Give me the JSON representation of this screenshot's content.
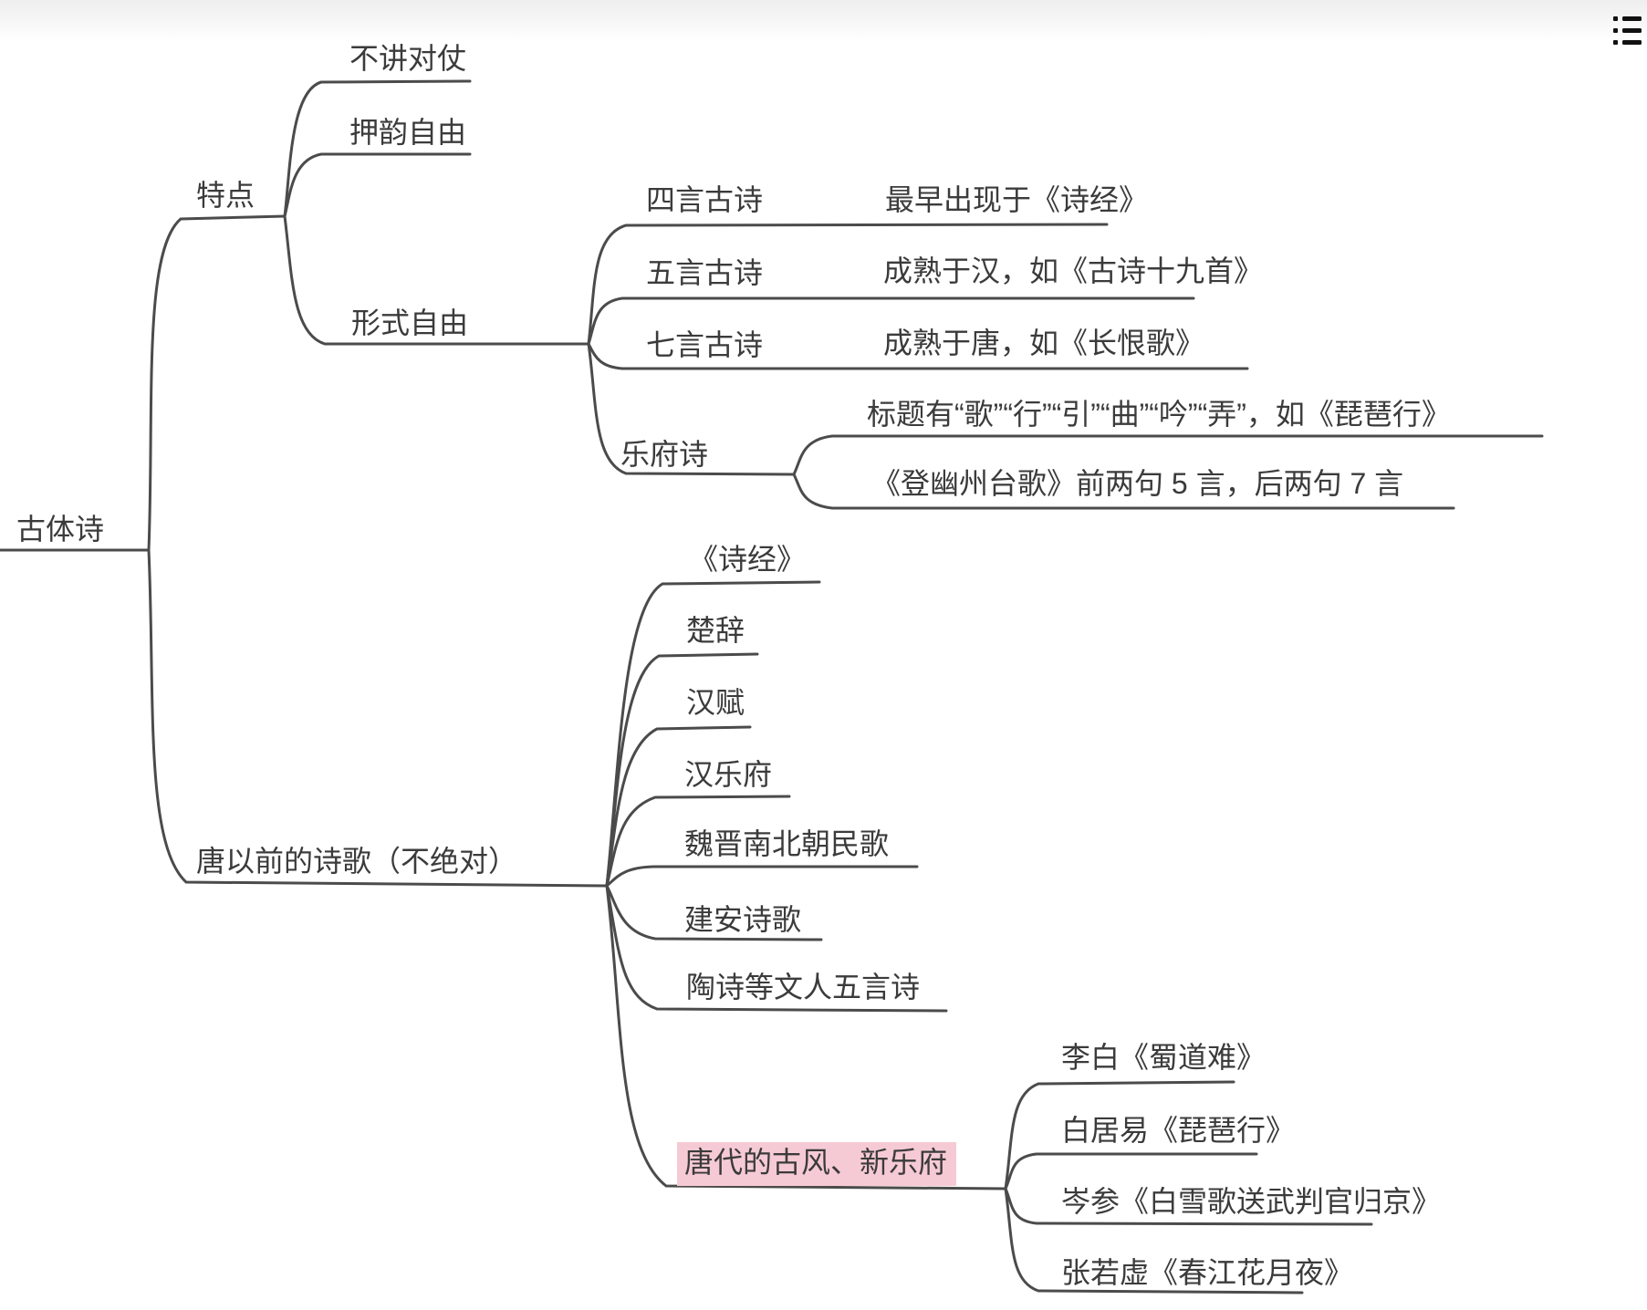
{
  "colors": {
    "line": "#4b4b4b",
    "text": "#3b3b3b",
    "highlight": "#f6cad4",
    "icon": "#111111"
  },
  "toolbar": {
    "icons": [
      {
        "name": "outline-list-icon"
      }
    ]
  },
  "mindmap": {
    "root": {
      "label": "古体诗"
    },
    "branches": [
      {
        "label": "特点",
        "children": [
          {
            "label": "不讲对仗"
          },
          {
            "label": "押韵自由"
          },
          {
            "label": "形式自由",
            "children": [
              {
                "label": "四言古诗",
                "note": "最早出现于《诗经》"
              },
              {
                "label": "五言古诗",
                "note": "成熟于汉，如《古诗十九首》"
              },
              {
                "label": "七言古诗",
                "note": "成熟于唐，如《长恨歌》"
              },
              {
                "label": "乐府诗",
                "children": [
                  {
                    "label": "标题有“歌”“行”“引”“曲”“吟”“弄”，如《琵琶行》"
                  },
                  {
                    "label": "《登幽州台歌》前两句 5 言，后两句 7 言"
                  }
                ]
              }
            ]
          }
        ]
      },
      {
        "label": "唐以前的诗歌（不绝对）",
        "children": [
          {
            "label": "《诗经》"
          },
          {
            "label": "楚辞"
          },
          {
            "label": "汉赋"
          },
          {
            "label": "汉乐府"
          },
          {
            "label": "魏晋南北朝民歌"
          },
          {
            "label": "建安诗歌"
          },
          {
            "label": "陶诗等文人五言诗"
          },
          {
            "label": "唐代的古风、新乐府",
            "highlighted": true,
            "children": [
              {
                "label": "李白《蜀道难》"
              },
              {
                "label": "白居易《琵琶行》"
              },
              {
                "label": "岑参《白雪歌送武判官归京》"
              },
              {
                "label": "张若虚《春江花月夜》"
              }
            ]
          }
        ]
      }
    ]
  }
}
